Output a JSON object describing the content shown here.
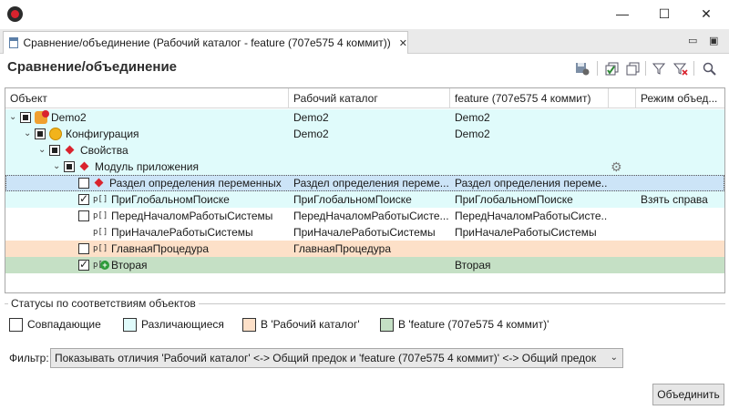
{
  "window": {
    "minimize_glyph": "—",
    "maximize_glyph": "☐",
    "close_glyph": "✕"
  },
  "tab": {
    "title": "Сравнение/объединение (Рабочий каталог - feature (707e575 4 коммит))",
    "close_glyph": "✕"
  },
  "editor": {
    "title": "Сравнение/объединение"
  },
  "columns": [
    "Объект",
    "Рабочий каталог",
    "feature (707e575 4 коммит)",
    "",
    "Режим объед..."
  ],
  "tree_rows": [
    {
      "level": 0,
      "label": "Demo2",
      "col1": "Demo2",
      "col2": "Demo2",
      "col4": "",
      "state": "partial",
      "icon": "demo-icon",
      "bg": "#e0fbfb"
    },
    {
      "level": 1,
      "label": "Конфигурация",
      "col1": "Demo2",
      "col2": "Demo2",
      "col4": "",
      "state": "partial",
      "icon": "configuration-icon",
      "bg": "#e0fbfb"
    },
    {
      "level": 2,
      "label": "Свойства",
      "col1": "",
      "col2": "",
      "col4": "",
      "state": "partial",
      "icon": "properties-icon",
      "bg": "#e0fbfb"
    },
    {
      "level": 3,
      "label": "Модуль приложения",
      "col1": "",
      "col2": "",
      "col4": "",
      "state": "partial",
      "icon": "module-icon",
      "bg": "#e0fbfb"
    },
    {
      "level": 4,
      "label": "Раздел определения переменных",
      "col1": "Раздел определения переме...",
      "col2": "Раздел определения переме...",
      "col4": "",
      "state": "unchecked",
      "icon": "section-icon",
      "bg": "#cce4f7"
    },
    {
      "level": 4,
      "label": "ПриГлобальномПоиске",
      "col1": "ПриГлобальномПоиске",
      "col2": "ПриГлобальномПоиске",
      "col4": "Взять справа",
      "state": "checked",
      "icon": "procedure-icon",
      "bg": "#e0fbfb"
    },
    {
      "level": 4,
      "label": "ПередНачаломРаботыСистемы",
      "col1": "ПередНачаломРаботыСисте...",
      "col2": "ПередНачаломРаботыСисте...",
      "col4": "",
      "state": "unchecked",
      "icon": "procedure-icon",
      "bg": "#ffffff"
    },
    {
      "level": 4,
      "label": "ПриНачалеРаботыСистемы",
      "col1": "ПриНачалеРаботыСистемы",
      "col2": "ПриНачалеРаботыСистемы",
      "col4": "",
      "state": "none",
      "icon": "procedure-icon",
      "bg": "#ffffff"
    },
    {
      "level": 4,
      "label": "ГлавнаяПроцедура",
      "col1": "ГлавнаяПроцедура",
      "col2": "",
      "col4": "",
      "state": "unchecked",
      "icon": "procedure-icon",
      "bg": "#fde0c8"
    },
    {
      "level": 4,
      "label": "Вторая",
      "col1": "",
      "col2": "Вторая",
      "col4": "",
      "state": "checked",
      "icon": "procedure-added-icon",
      "bg": "#c5e0c5"
    }
  ],
  "legend": {
    "title": "Статусы по соответствиям объектов",
    "items": [
      {
        "label": "Совпадающие",
        "color": "#ffffff"
      },
      {
        "label": "Различающиеся",
        "color": "#e0fbfb"
      },
      {
        "label": "В 'Рабочий каталог'",
        "color": "#fde0c8"
      },
      {
        "label": "В 'feature (707e575 4 коммит)'",
        "color": "#c5e0c5"
      }
    ]
  },
  "filter": {
    "label": "Фильтр:",
    "value": "Показывать отличия 'Рабочий каталог' <-> Общий предок и 'feature (707e575 4 коммит)' <-> Общий предок"
  },
  "buttons": {
    "merge": "Объединить"
  },
  "toolbar": {
    "icons": [
      "save-settings-icon",
      "check-all-icon",
      "collapse-all-icon",
      "filter-icon",
      "clear-filter-icon",
      "search-icon"
    ]
  }
}
